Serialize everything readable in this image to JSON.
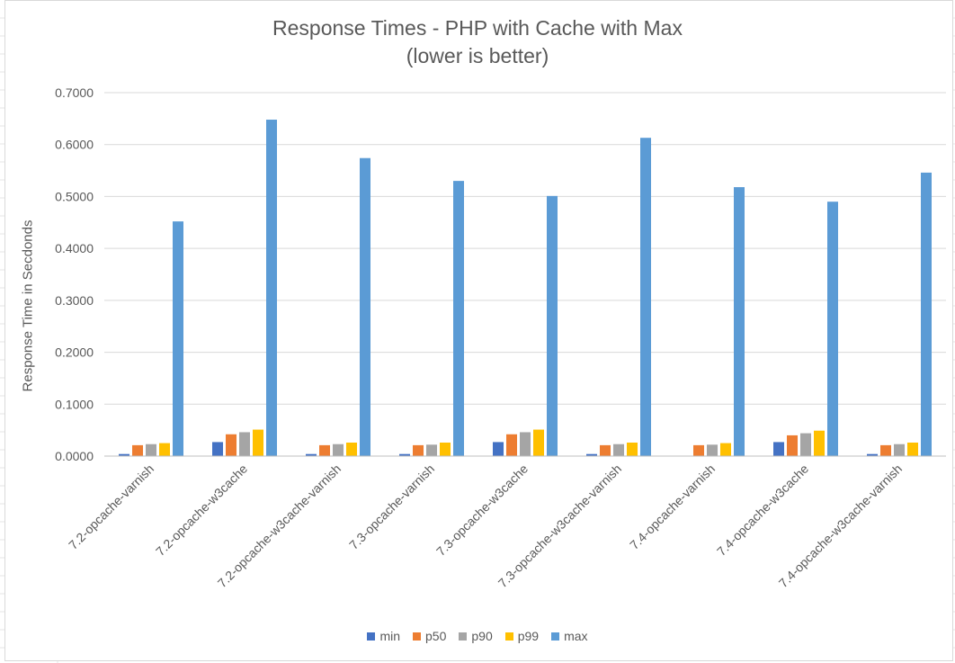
{
  "chart_data": {
    "type": "bar",
    "title": "Response Times - PHP with Cache with Max",
    "subtitle": "(lower is better)",
    "xlabel": "",
    "ylabel": "Response Time in Secdonds",
    "ylim": [
      0,
      0.7
    ],
    "yticks": [
      "0.0000",
      "0.1000",
      "0.2000",
      "0.3000",
      "0.4000",
      "0.5000",
      "0.6000",
      "0.7000"
    ],
    "grid": true,
    "legend_position": "bottom",
    "categories": [
      "7.2-opcache-varnish",
      "7.2-opcache-w3cache",
      "7.2-opcache-w3cache-varnish",
      "7.3-opcache-varnish",
      "7.3-opcache-w3cache",
      "7.3-opcache-w3cache-varnish",
      "7.4-opcache-varnish",
      "7.4-opcache-w3cache",
      "7.4-opcache-w3cache-varnish"
    ],
    "series": [
      {
        "name": "min",
        "color": "#4472c4",
        "values": [
          0.004,
          0.027,
          0.004,
          0.004,
          0.027,
          0.004,
          0.0,
          0.027,
          0.004
        ]
      },
      {
        "name": "p50",
        "color": "#ed7d31",
        "values": [
          0.021,
          0.042,
          0.021,
          0.021,
          0.042,
          0.021,
          0.021,
          0.04,
          0.021
        ]
      },
      {
        "name": "p90",
        "color": "#a5a5a5",
        "values": [
          0.023,
          0.046,
          0.023,
          0.022,
          0.046,
          0.023,
          0.022,
          0.044,
          0.023
        ]
      },
      {
        "name": "p99",
        "color": "#ffc000",
        "values": [
          0.025,
          0.051,
          0.026,
          0.026,
          0.051,
          0.026,
          0.025,
          0.049,
          0.026
        ]
      },
      {
        "name": "max",
        "color": "#5b9bd5",
        "values": [
          0.452,
          0.648,
          0.574,
          0.53,
          0.501,
          0.613,
          0.518,
          0.49,
          0.546
        ]
      }
    ]
  }
}
